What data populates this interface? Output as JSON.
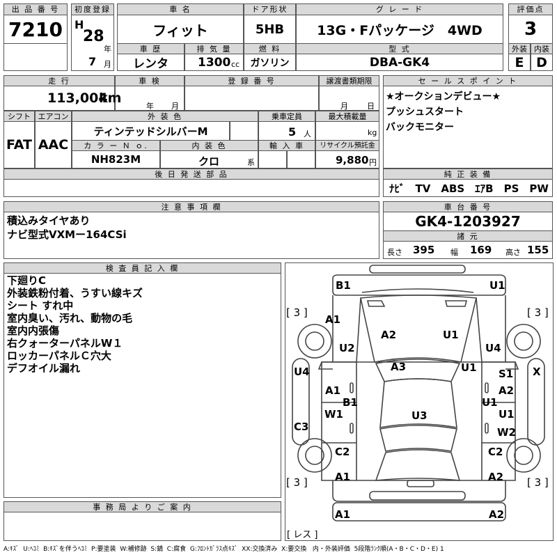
{
  "header": {
    "lot_label": "出 品 番 号",
    "lot_number": "7210",
    "first_reg_label": "初度登録",
    "era": "H",
    "year": "28",
    "year_unit": "年",
    "month": "7",
    "month_unit": "月",
    "name_label": "車 名",
    "car_name": "フィット",
    "door_label": "ドア形状",
    "door": "5HB",
    "grade_label": "グ レ ー ド",
    "grade": "13G・Fパッケージ　4WD",
    "score_label": "評価点",
    "score": "3",
    "history_label": "車 歴",
    "history": "レンタ",
    "displacement_label": "排 気 量",
    "displacement": "1300",
    "displacement_unit": "cc",
    "fuel_label": "燃 料",
    "fuel": "ガソリン",
    "model_label": "型 式",
    "model": "DBA-GK4",
    "exterior_label": "外装",
    "interior_label": "内装",
    "exterior_grade": "E",
    "interior_grade": "D"
  },
  "row2": {
    "mileage_label": "走 行",
    "mileage": "113,004",
    "mileage_unit": "km",
    "inspection_label": "車 検",
    "inspection_year_unit": "年",
    "inspection_month_unit": "月",
    "reg_no_label": "登 録 番 号",
    "transfer_label": "譲渡書類期限",
    "transfer_month_unit": "月",
    "transfer_day_unit": "日",
    "shift_label": "シフト",
    "shift": "FAT",
    "ac_label": "エアコン",
    "ac": "AAC",
    "ext_color_label": "外 装 色",
    "ext_color": "ティンテッドシルバーM",
    "capacity_label": "乗車定員",
    "capacity": "5",
    "capacity_unit": "人",
    "max_load_label": "最大積載量",
    "max_load_unit": "kg",
    "color_no_label": "カ ラ ー Ｎ ｏ.",
    "color_no": "NH823M",
    "int_color_label": "内 装 色",
    "int_color": "クロ",
    "int_color_unit": "系",
    "import_label": "輸 入 車",
    "recycle_label": "リサイクル預託金",
    "recycle": "9,880",
    "recycle_unit": "円",
    "delivery_label": "後 日 発 送 部 品"
  },
  "sales_points": {
    "label": "セ ー ル ス ポ イ ン ト",
    "lines": [
      "★オークションデビュー★",
      "プッシュスタート",
      "バックモニター"
    ]
  },
  "equipment": {
    "label": "純 正 装 備",
    "items": "ﾅﾋﾞ　TV　ABS　ｴｱB　PS　PW"
  },
  "notes": {
    "label": "注 意 事 項 欄",
    "lines": [
      "積込みタイヤあり",
      "ナビ型式VXMー164CSi"
    ]
  },
  "chassis": {
    "label": "車 台 番 号",
    "number": "GK4-1203927",
    "spec_label": "諸 元",
    "length_label": "長さ",
    "length": "395",
    "width_label": "幅",
    "width": "169",
    "height_label": "高さ",
    "height": "155"
  },
  "inspector": {
    "label": "検 査 員 記 入 欄",
    "lines": [
      "下廻りC",
      "外装鉄粉付着、うすい線キズ",
      "シート すれ中",
      "室内臭い、汚れ、動物の毛",
      "室内内張傷",
      "右クォーターパネルW１",
      "ロッカーパネルＣ穴大",
      "デフオイル漏れ"
    ]
  },
  "office": {
    "label": "事 務 局 よ り ご 案 内"
  },
  "diagram": {
    "marks": {
      "b1_top": "B1",
      "u1_top": "U1",
      "bracket_left_top": "[ 3 ]",
      "bracket_right_top": "[ 3 ]",
      "a1_left": "A1",
      "a2_hood": "A2",
      "u1_hood": "U1",
      "u2_left": "U2",
      "u4_right": "U4",
      "a3": "A3",
      "u1_right_fender": "U1",
      "u4_left": "U4",
      "s1": "S1",
      "x": "X",
      "a1_door": "A1",
      "a2_door": "A2",
      "b1_door": "B1",
      "u1_door": "U1",
      "w1": "W1",
      "u3": "U3",
      "u1_rear_door": "U1",
      "c3": "C3",
      "w2": "W2",
      "c2_left": "C2",
      "c2_right": "C2",
      "bracket_left_bottom": "[ 3 ]",
      "bracket_right_bottom": "[ 3 ]",
      "a1_rear": "A1",
      "a2_rear": "A2",
      "a1_bottom": "A1",
      "a2_bottom": "A2",
      "res": "[ レス ]"
    }
  },
  "legend": "A:ｷｽﾞ  U:ﾍｺﾐ  B:ｷｽﾞを伴うﾍｺﾐ  P:要塗装  W:補修跡  S:錆  C:腐食  G:ﾌﾛﾝﾄｶﾞﾗｽ点ｷｽﾞ  XX:交換済み  X:要交換   内・外装評価  5段階ﾗﾝｸ順(A・B・C・D・E) 1"
}
